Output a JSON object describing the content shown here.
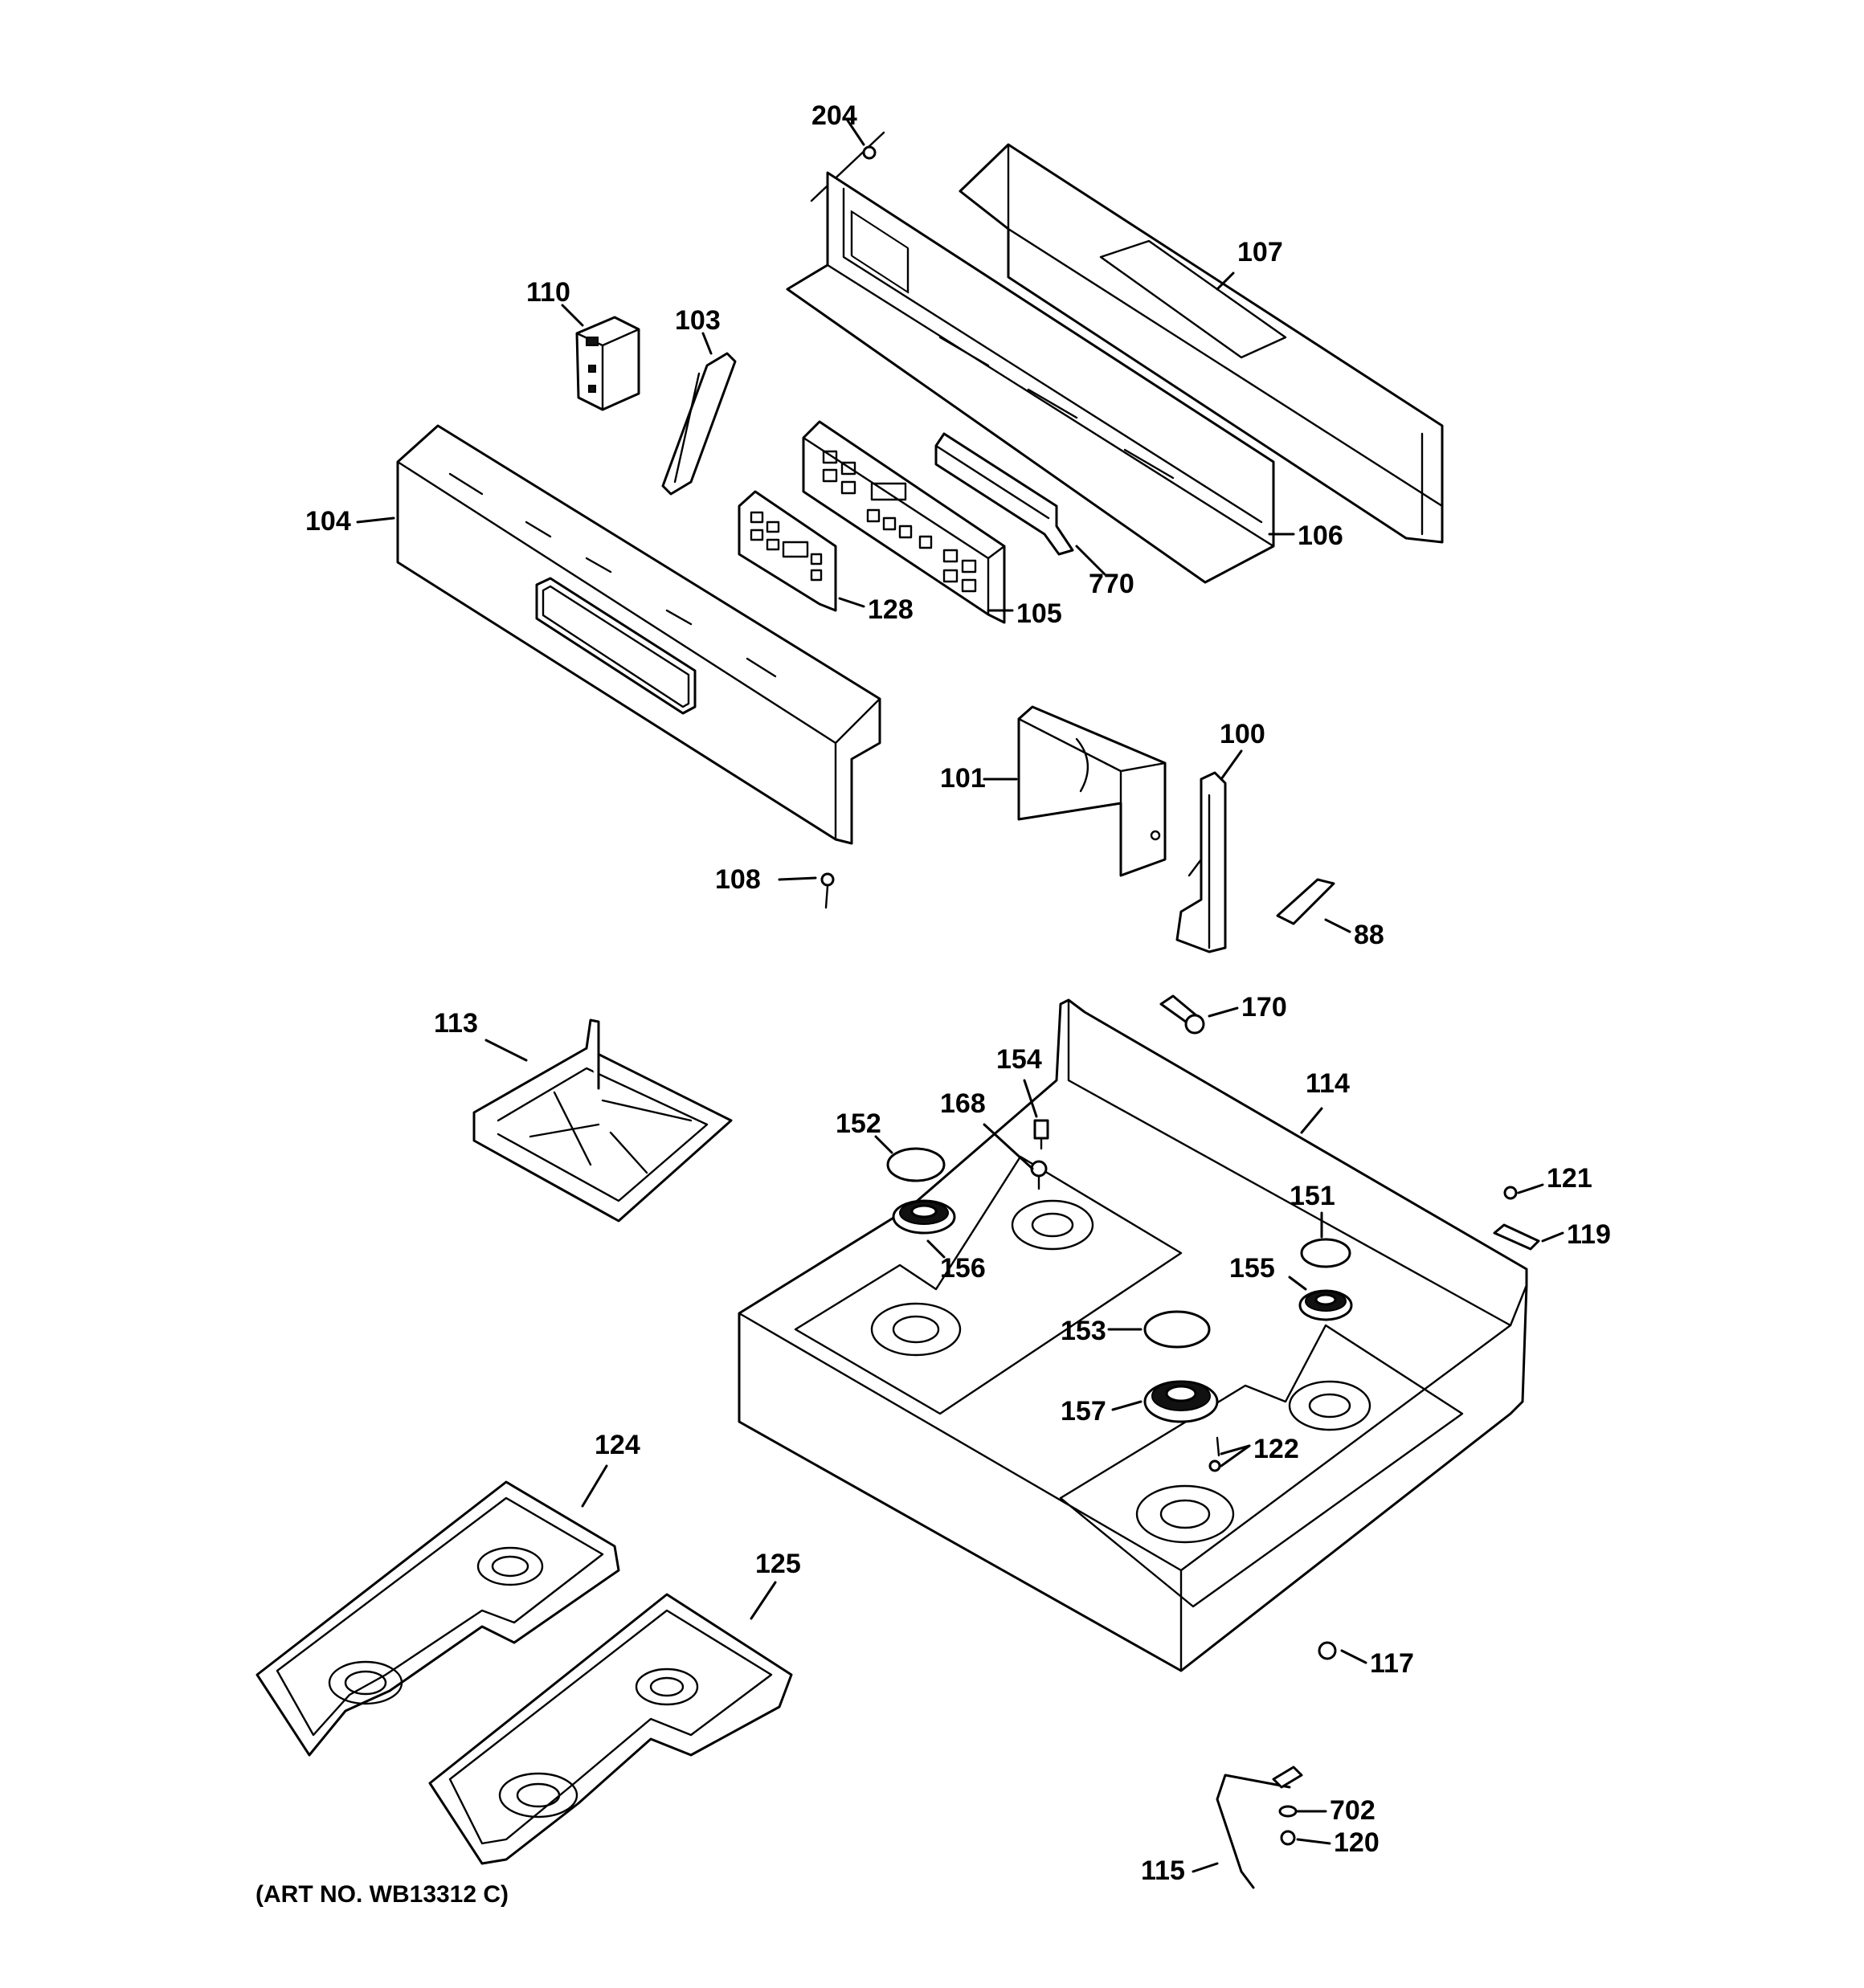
{
  "callouts": {
    "c204": "204",
    "c107": "107",
    "c110": "110",
    "c103": "103",
    "c104": "104",
    "c106": "106",
    "c770": "770",
    "c128": "128",
    "c105": "105",
    "c101": "101",
    "c100": "100",
    "c108": "108",
    "c88": "88",
    "c113": "113",
    "c170": "170",
    "c154": "154",
    "c114": "114",
    "c168": "168",
    "c152": "152",
    "c121": "121",
    "c151": "151",
    "c119": "119",
    "c156": "156",
    "c155": "155",
    "c153": "153",
    "c157": "157",
    "c122": "122",
    "c124": "124",
    "c125": "125",
    "c117": "117",
    "c702": "702",
    "c120": "120",
    "c115": "115"
  },
  "caption": "(ART NO. WB13312 C)"
}
